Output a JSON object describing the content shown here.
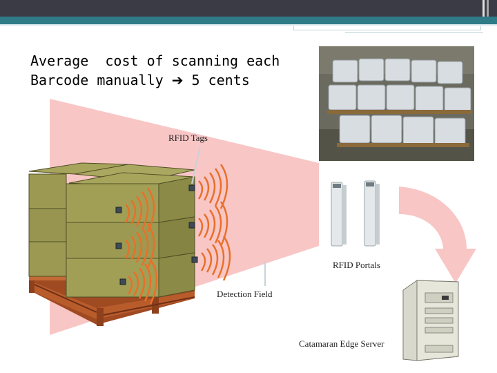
{
  "slide": {
    "title_line1": "Average  cost of scanning each",
    "title_line2_prefix": "Barcode manually ",
    "title_arrow": "➔",
    "title_line2_suffix": " 5 cents"
  },
  "diagram": {
    "rfid_tags_label": "RFID Tags",
    "detection_field_label": "Detection Field",
    "rfid_portals_label": "RFID Portals",
    "edge_server_label": "Catamaran Edge Server"
  },
  "colors": {
    "header": "#3b3b45",
    "accent": "#2f7b88",
    "detection_field": "#f9c6c6",
    "box": "#9c9a52",
    "signal": "#e8702a",
    "pallet": "#b25a2c"
  }
}
